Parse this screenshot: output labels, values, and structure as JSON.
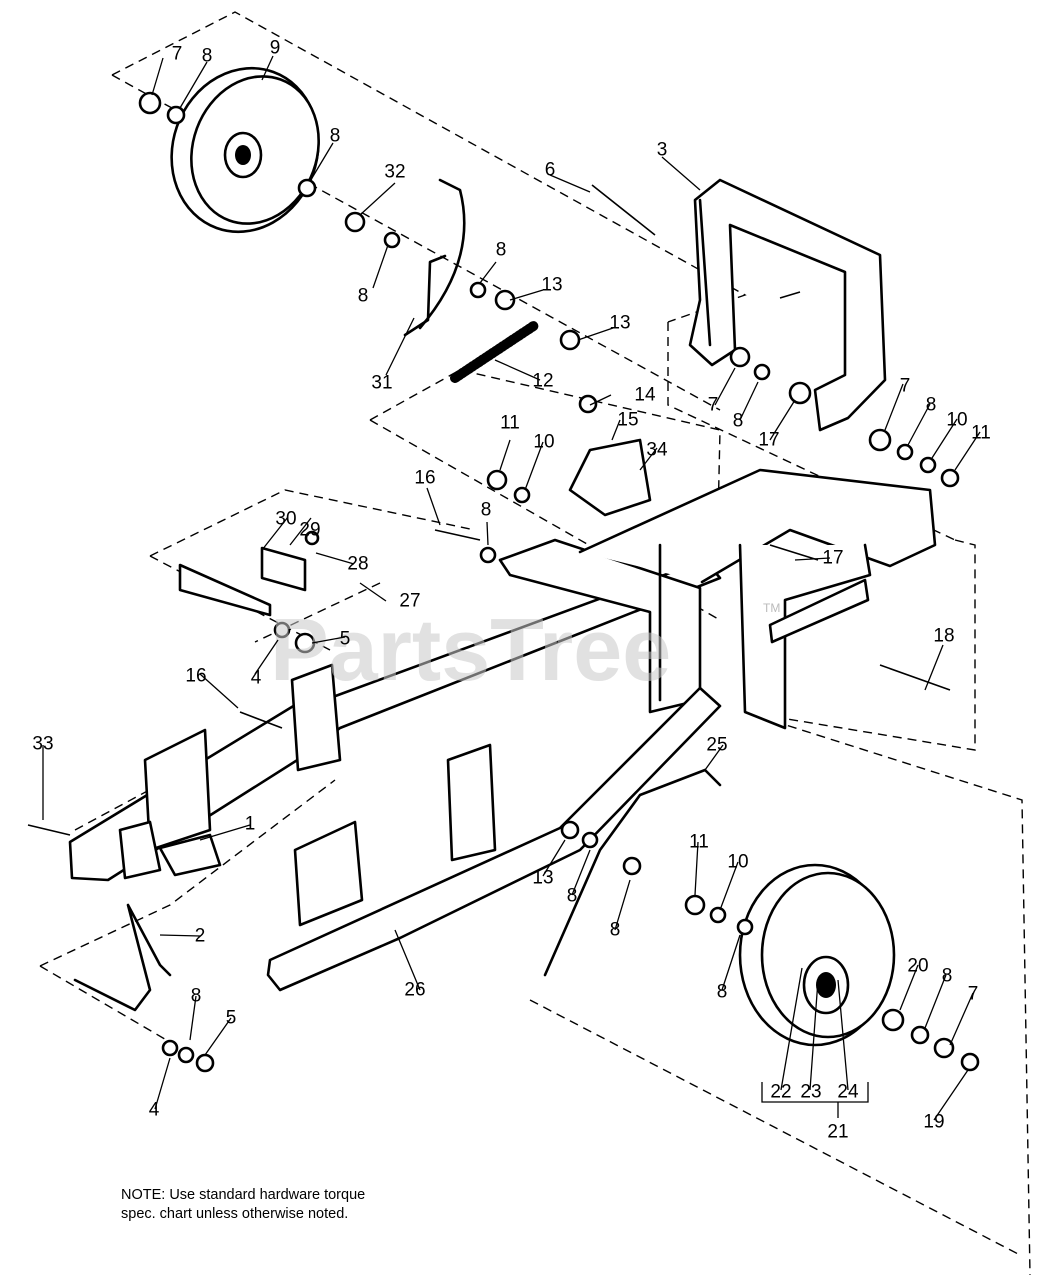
{
  "watermark": {
    "text": "PartsTree",
    "trademark": "TM"
  },
  "note": "NOTE: Use standard hardware torque spec. chart unless otherwise noted.",
  "callouts": [
    "1",
    "2",
    "3",
    "4",
    "4",
    "5",
    "5",
    "6",
    "7",
    "7",
    "7",
    "7",
    "8",
    "8",
    "8",
    "8",
    "8",
    "8",
    "8",
    "8",
    "8",
    "8",
    "8",
    "8",
    "9",
    "10",
    "10",
    "10",
    "11",
    "11",
    "11",
    "12",
    "13",
    "13",
    "13",
    "14",
    "15",
    "16",
    "16",
    "17",
    "17",
    "18",
    "19",
    "20",
    "21",
    "22",
    "23",
    "24",
    "25",
    "26",
    "27",
    "28",
    "29",
    "30",
    "31",
    "32",
    "33",
    "34"
  ]
}
